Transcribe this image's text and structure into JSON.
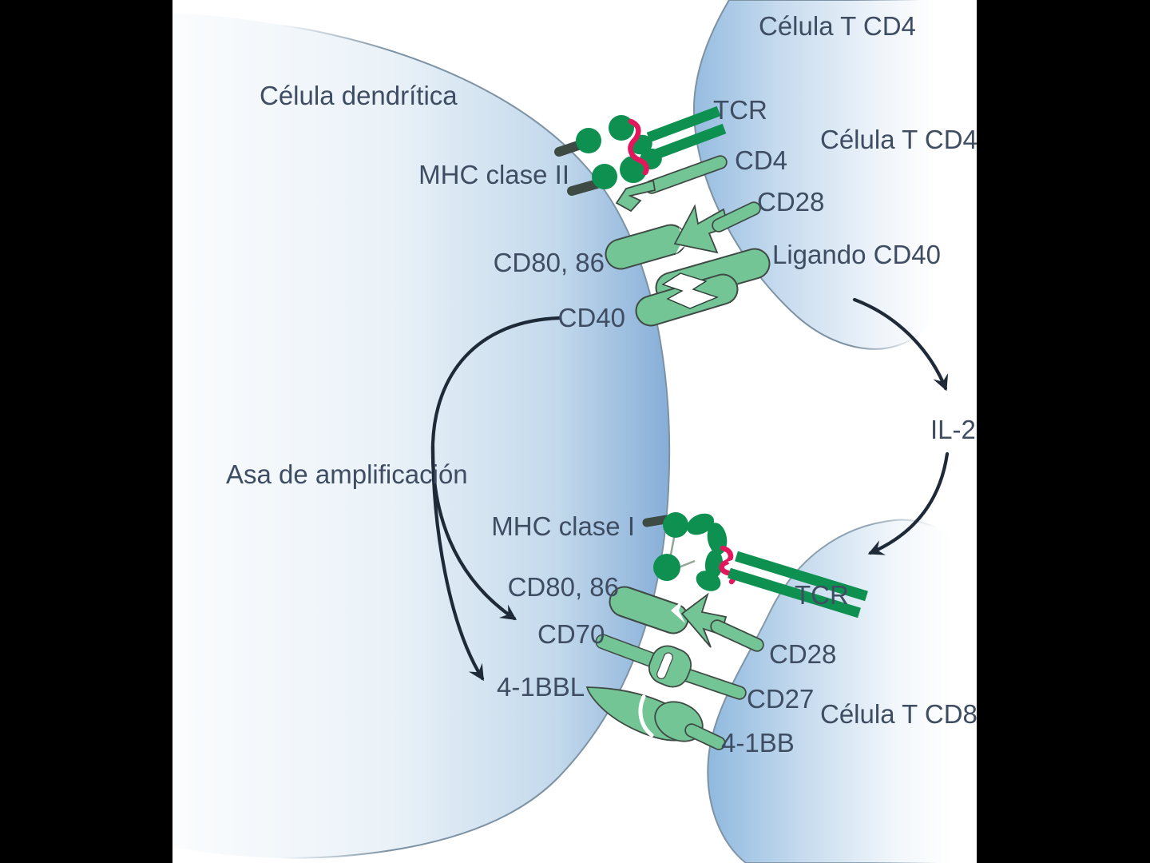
{
  "cells": {
    "dendritic_cell": "Célula dendrítica",
    "t_cd4_cell_top": "Célula T CD4",
    "t_cd4_cell": "Célula T CD4",
    "t_cd8_cell": "Célula T CD8"
  },
  "cd4_synapse": {
    "mhc_class_ii": "MHC clase II",
    "tcr": "TCR",
    "cd4": "CD4",
    "cd28": "CD28",
    "cd80_86": "CD80, 86",
    "cd40_ligand": "Ligando CD40",
    "cd40": "CD40"
  },
  "cd8_synapse": {
    "mhc_class_i": "MHC clase I",
    "tcr": "TCR",
    "cd80_86": "CD80, 86",
    "cd28": "CD28",
    "cd70": "CD70",
    "cd27": "CD27",
    "ligand_4_1bbl": "4-1BBL",
    "receptor_4_1bb": "4-1BB"
  },
  "signals": {
    "il2": "IL-2",
    "amplification_loop": "Asa de amplificación"
  },
  "colors": {
    "dark_green": "#0e9150",
    "light_green": "#74c596",
    "peptide_red": "#e1195c",
    "cell_blue": "#8fb6dc",
    "label_text": "#3f4d63",
    "line_dark": "#1e2a38",
    "letterbox": "#000000",
    "canvas": "#ffffff"
  }
}
